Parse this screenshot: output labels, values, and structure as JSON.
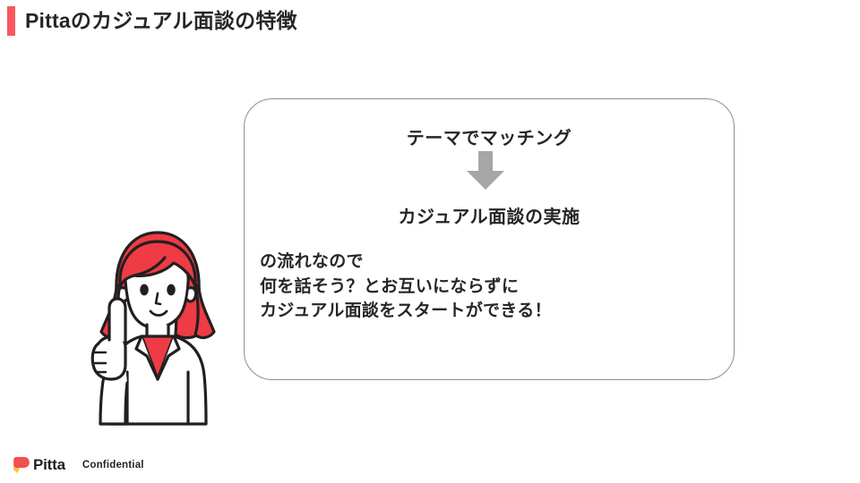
{
  "slide": {
    "title": "Pittaのカジュアル面談の特徴",
    "accent_color": "#f8575f",
    "background_color": "#ffffff",
    "text_color": "#262626"
  },
  "content_box": {
    "border_color": "#8f8f8f",
    "flow": {
      "step_1": "テーマでマッチング",
      "arrow_icon": "arrow-down-icon",
      "arrow_color": "#a6a6a6",
      "step_2": "カジュアル面談の実施"
    },
    "summary_lines": [
      "の流れなので",
      "何を話そう？とお互いにならずに",
      "カジュアル面談をスタートができる！"
    ]
  },
  "illustration": {
    "name": "pointing-woman-illustration",
    "hair_color": "#ee3b44",
    "inner_top_color": "#ee3b44",
    "jacket_color": "#ffffff",
    "outline_color": "#231f20",
    "skin_color": "#ffffff"
  },
  "footer": {
    "logo_icon": "pitta-logo-icon",
    "logo_primary_color": "#f0504f",
    "logo_secondary_color": "#f7c13c",
    "brand_name": "Pitta",
    "confidential_label": "Confidential"
  }
}
